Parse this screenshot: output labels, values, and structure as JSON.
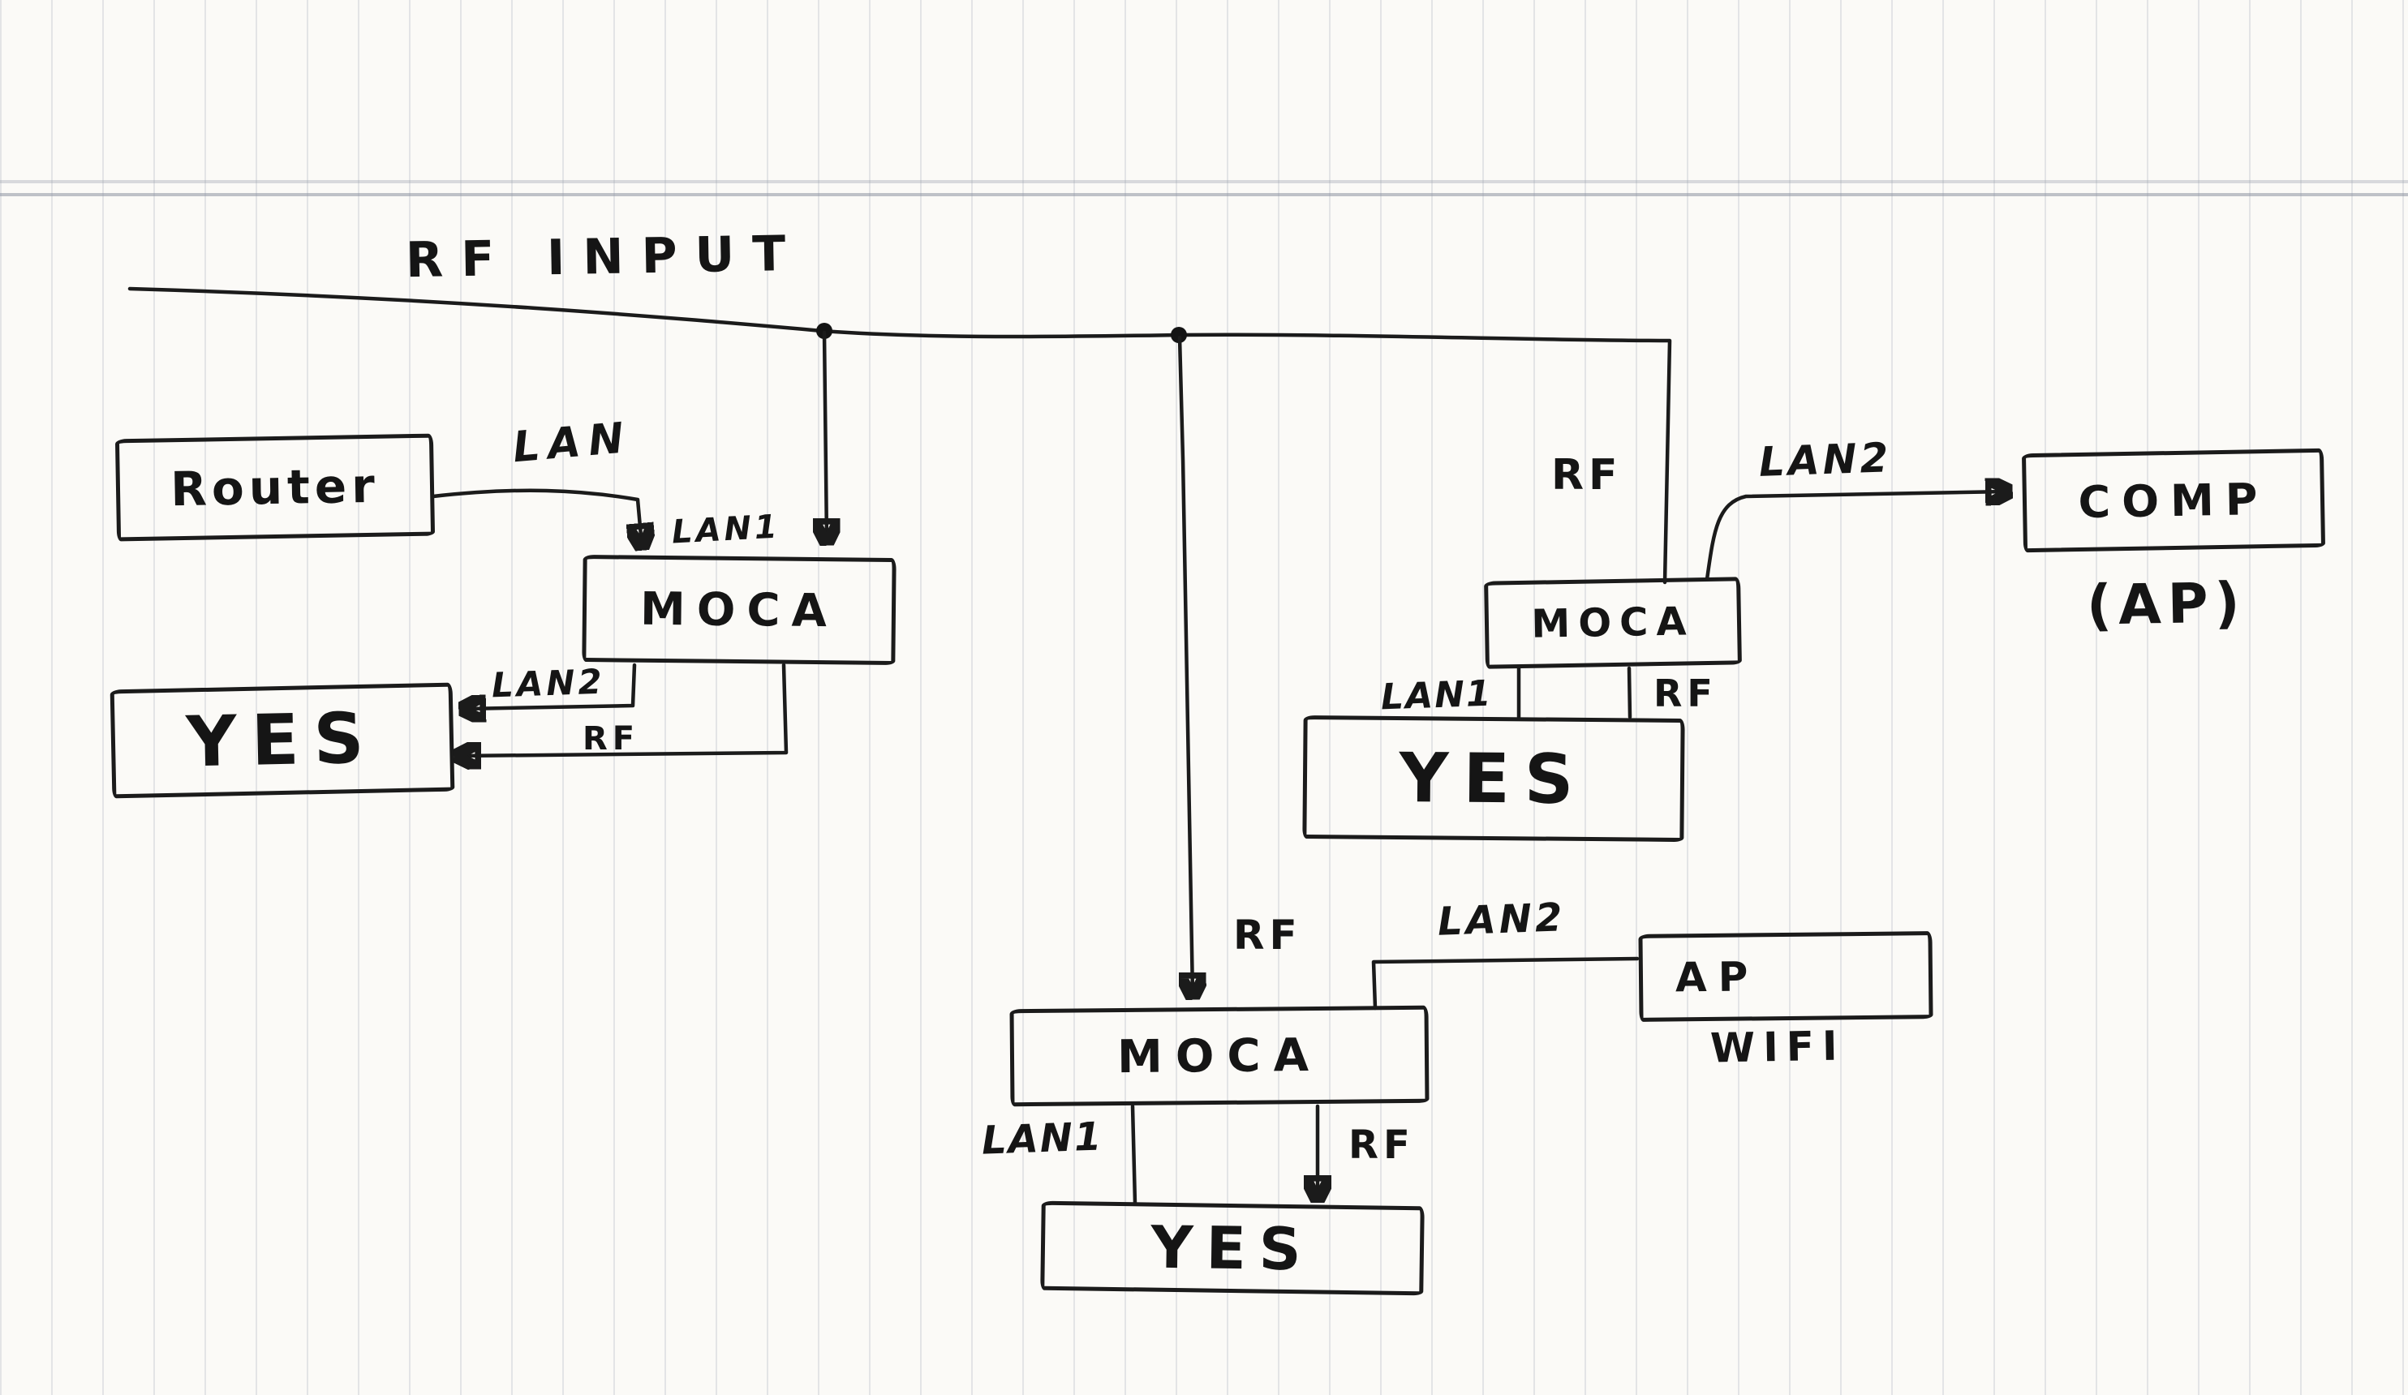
{
  "colors": {
    "ink": "#1b1b1b",
    "paper": "#fbfaf7",
    "grid_line": "#9aa2b4"
  },
  "rf_input_label": "RF INPUT",
  "left": {
    "router_label": "Router",
    "lan_label": "LAN",
    "lan1_label": "LAN1",
    "moca_label": "MOCA",
    "lan2_label": "LAN2",
    "rf_label": "RF",
    "yes_label": "YES"
  },
  "middle": {
    "rf_label": "RF",
    "moca_label": "MOCA",
    "lan2_label": "LAN2",
    "ap_label": "AP",
    "wifi_label": "WIFI",
    "lan1_label": "LAN1",
    "rf_down_label": "RF",
    "yes_label": "YES"
  },
  "right": {
    "rf_label": "RF",
    "moca_label": "MOCA",
    "lan2_label": "LAN2",
    "comp_label": "COMP",
    "comp_sub_label": "(AP)",
    "lan1_label": "LAN1",
    "rf_down_label": "RF",
    "yes_label": "YES"
  }
}
